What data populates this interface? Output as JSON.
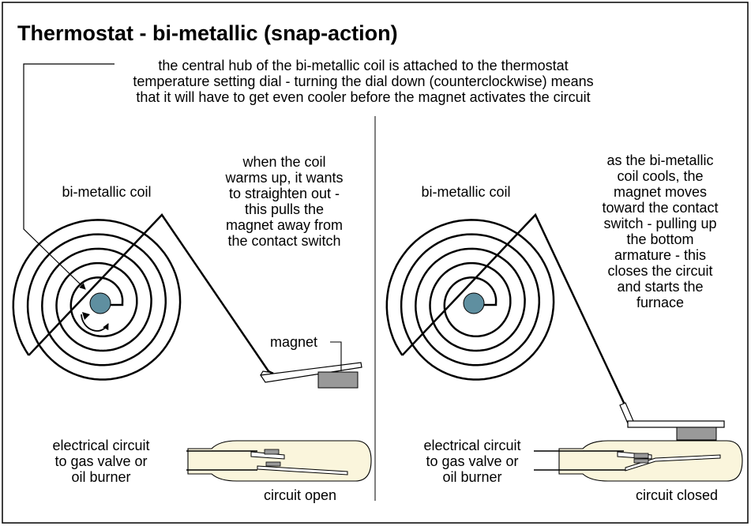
{
  "title": "Thermostat - bi-metallic (snap-action)",
  "top_note": [
    "the central hub of the bi-metallic coil is attached to the thermostat",
    "temperature setting dial - turning the dial down (counterclockwise) means",
    "that it will have to get even cooler before the magnet activates the circuit"
  ],
  "left_panel": {
    "coil_label": "bi-metallic coil",
    "warm_note": [
      "when the coil",
      "warms up, it wants",
      "to straighten out -",
      "this pulls the",
      "magnet away from",
      "the contact switch"
    ],
    "magnet_label": "magnet",
    "circuit_label": [
      "electrical circuit",
      "to gas valve or",
      "oil burner"
    ],
    "state_label": "circuit open"
  },
  "right_panel": {
    "coil_label": "bi-metallic coil",
    "cool_note": [
      "as the bi-metallic",
      "coil cools, the",
      "magnet moves",
      "toward the contact",
      "switch - pulling up",
      "the bottom",
      "armature - this",
      "closes the circuit",
      "and starts the",
      "furnace"
    ],
    "circuit_label": [
      "electrical circuit",
      "to gas valve or",
      "oil burner"
    ],
    "state_label": "circuit closed"
  },
  "colors": {
    "hub": "#5f8fa0",
    "magnet": "#999999",
    "switch_body": "#faf5dc",
    "line": "#000000"
  }
}
